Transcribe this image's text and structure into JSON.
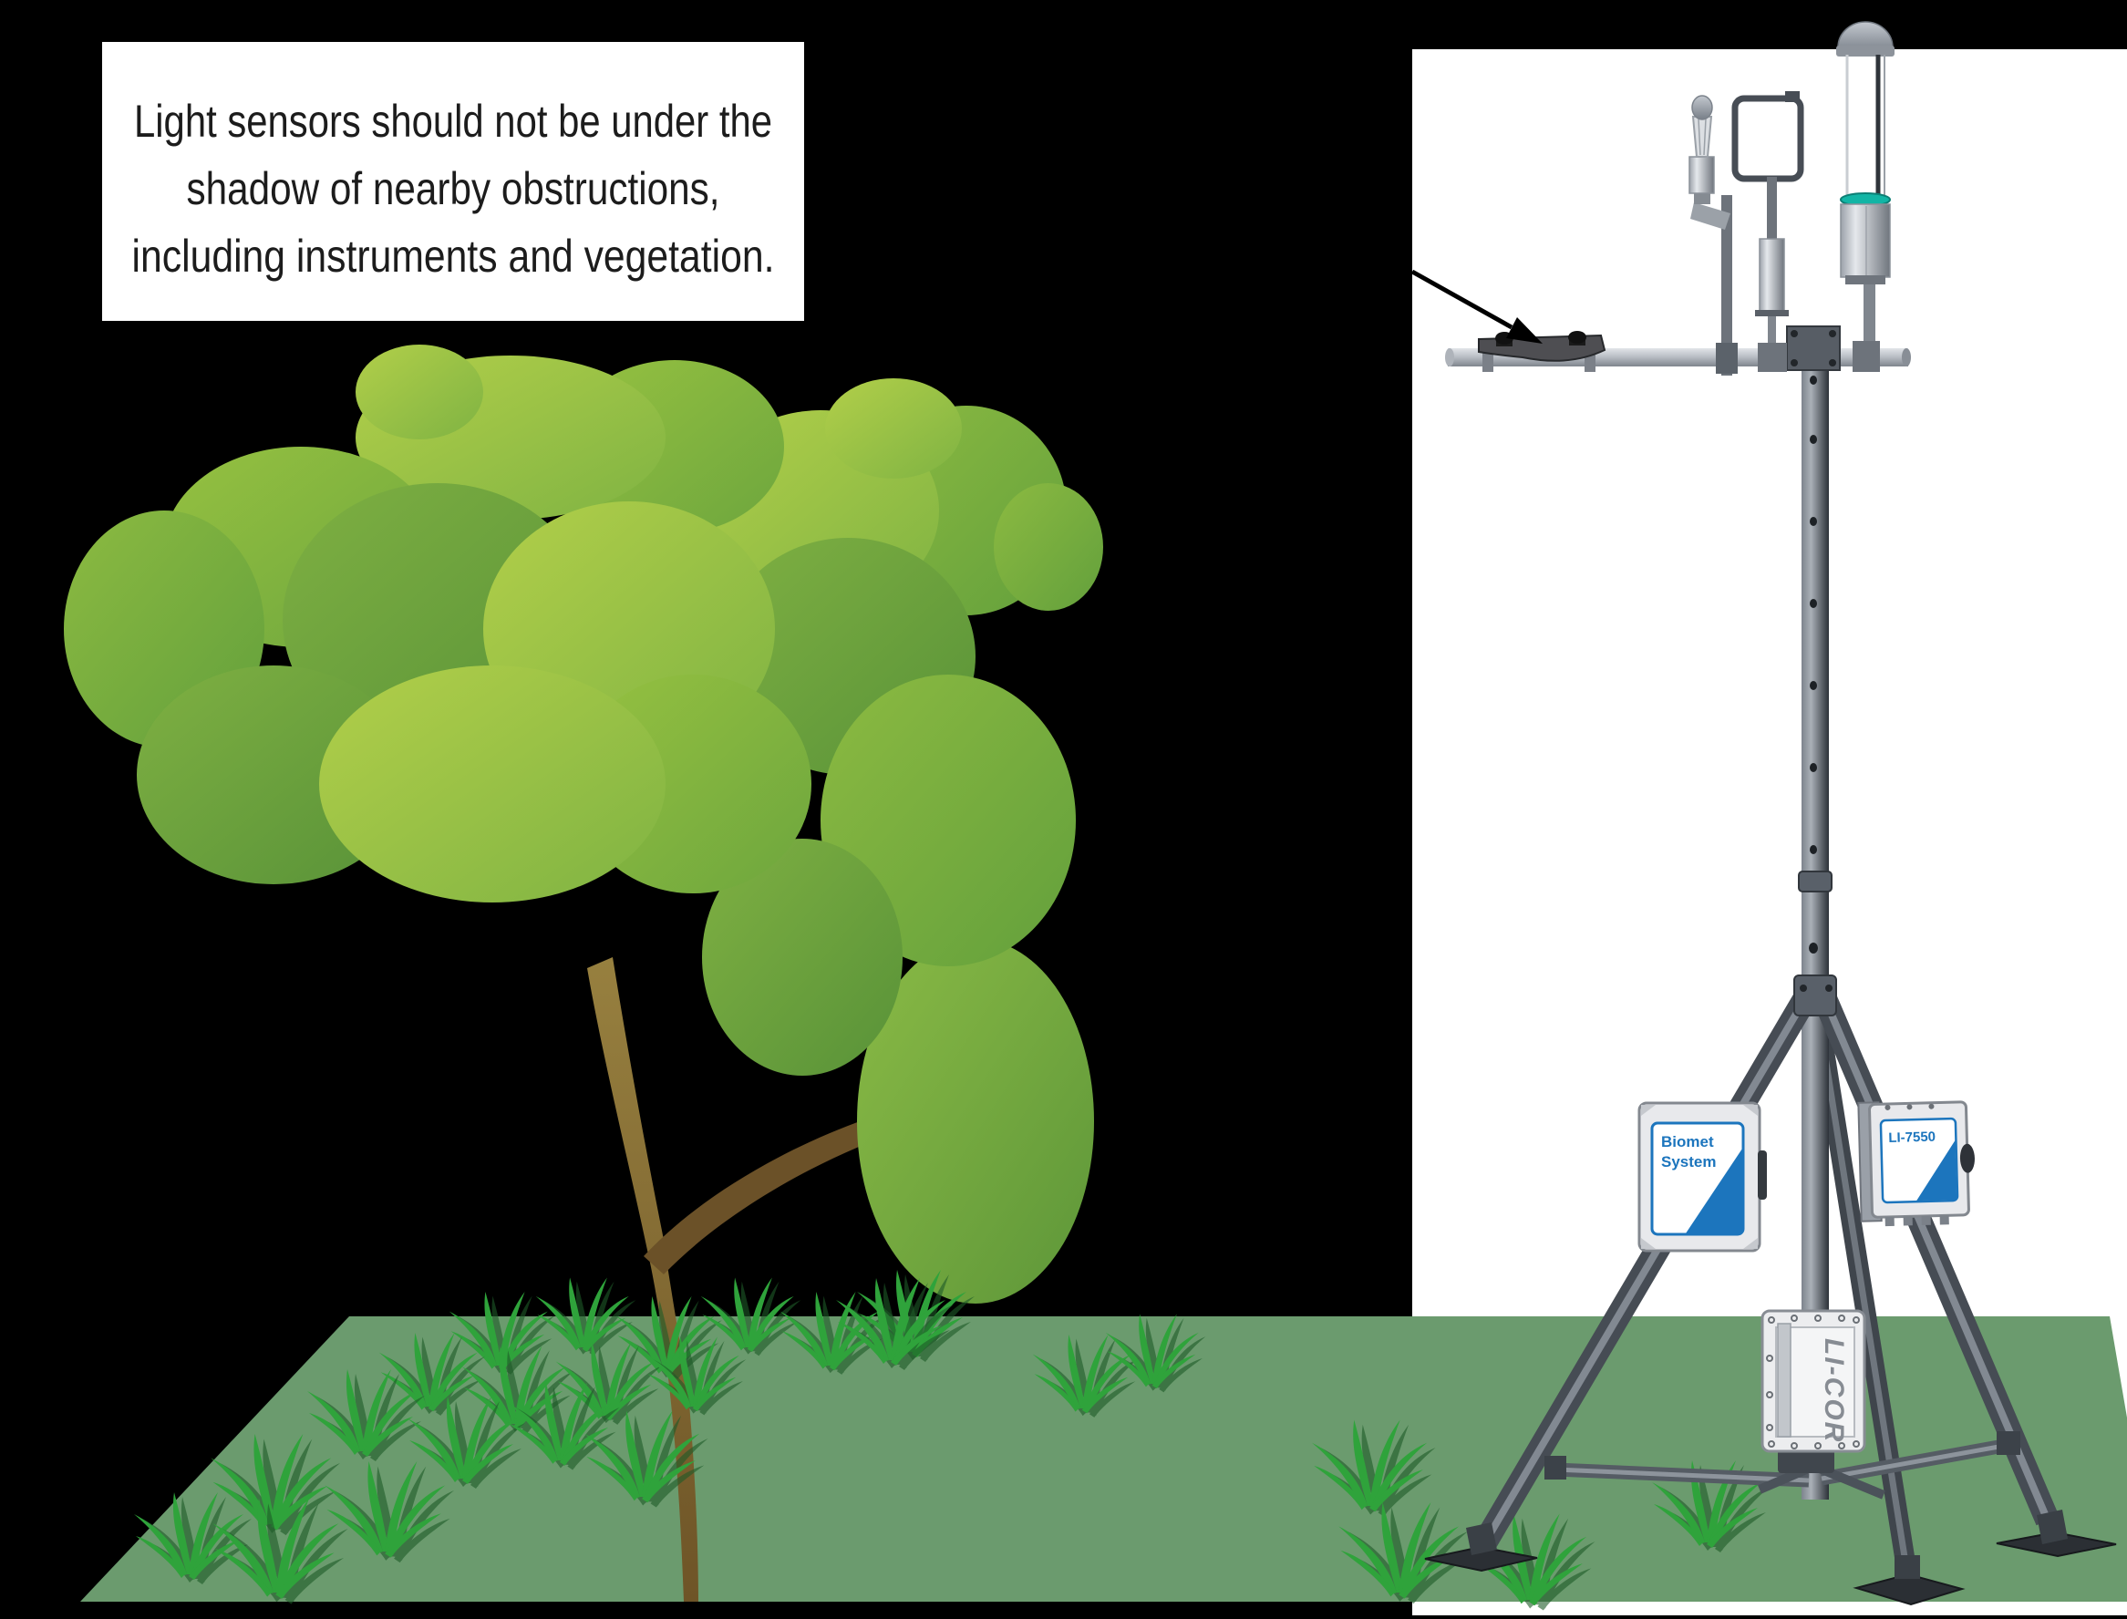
{
  "caption": {
    "lines": [
      "Light sensors should not be under the",
      "shadow of nearby obstructions,",
      "including instruments and vegetation."
    ]
  },
  "tower": {
    "biomet_box_label": [
      "Biomet",
      "System"
    ],
    "analyzer_box_label": "LI-7550",
    "logger_box_label": "LI-COR"
  },
  "colors": {
    "background": "#000000",
    "panel_white": "#ffffff",
    "ground_green": "#6b9b6e",
    "grass_green": "#2fa33b",
    "canopy_light": "#b2cf49",
    "canopy_dark": "#589238",
    "trunk_brown": "#93763e",
    "accent_blue": "#1c75bd",
    "teal_ring": "#12b5a5",
    "metal_gray": "#4b525a"
  }
}
